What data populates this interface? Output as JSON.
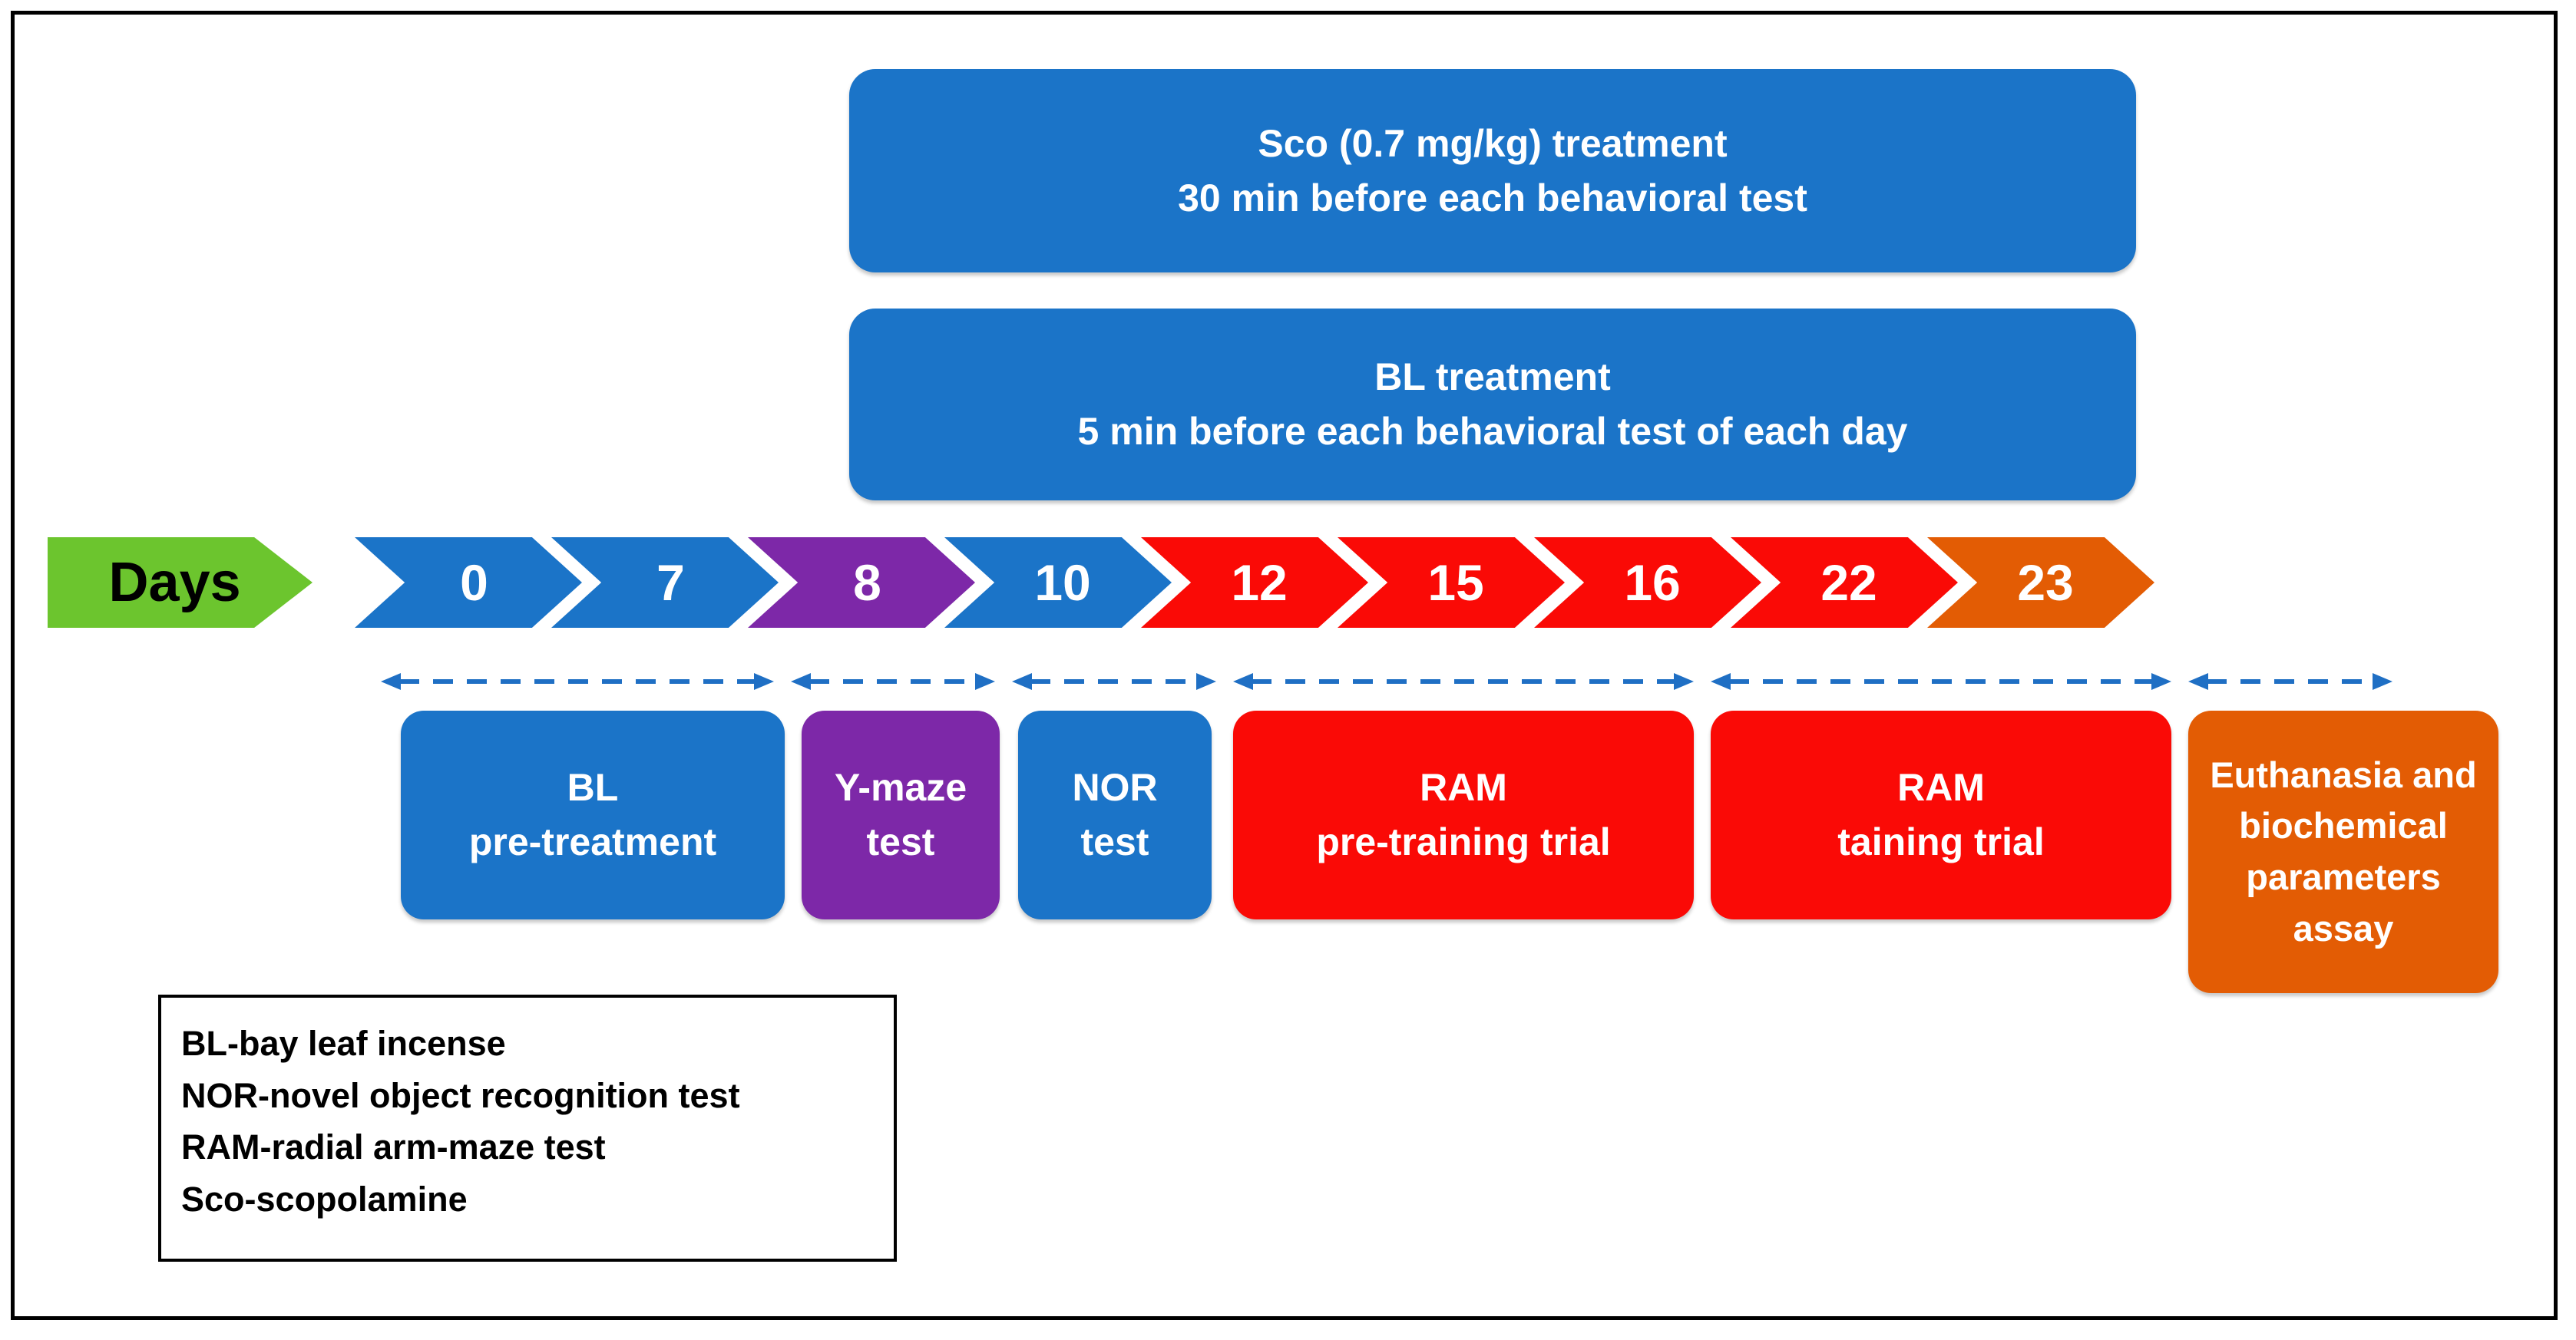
{
  "figure": {
    "type": "experimental-timeline-diagram",
    "frame_border_color": "#000000",
    "background": "#ffffff"
  },
  "palette": {
    "blue": "#1B74C8",
    "green": "#6CC52E",
    "purple": "#7D28A8",
    "red": "#FA0A06",
    "orange": "#E35C04",
    "arrow_blue": "#1F6FC4",
    "white": "#FFFFFF",
    "black": "#000000"
  },
  "treatment_banners": [
    {
      "name": "sco-treatment-banner",
      "color": "#1B74C8",
      "lines": [
        "Sco (0.7 mg/kg) treatment",
        "30 min before each behavioral test"
      ]
    },
    {
      "name": "bl-treatment-banner",
      "color": "#1B74C8",
      "lines": [
        "BL treatment",
        "5 min before each behavioral test of each day"
      ]
    }
  ],
  "timeline": {
    "axis_label": "Days",
    "axis_label_color": "#6CC52E",
    "days": [
      {
        "value": "0",
        "color": "#1B74C8"
      },
      {
        "value": "7",
        "color": "#1B74C8"
      },
      {
        "value": "8",
        "color": "#7D28A8"
      },
      {
        "value": "10",
        "color": "#1B74C8"
      },
      {
        "value": "12",
        "color": "#FA0A06"
      },
      {
        "value": "15",
        "color": "#FA0A06"
      },
      {
        "value": "16",
        "color": "#FA0A06"
      },
      {
        "value": "22",
        "color": "#FA0A06"
      },
      {
        "value": "23",
        "color": "#E35C04"
      }
    ]
  },
  "phases": [
    {
      "name": "bl-pre-treatment",
      "color": "#1B74C8",
      "span_days": "0-7",
      "lines": [
        "BL",
        "pre-treatment"
      ]
    },
    {
      "name": "y-maze-test",
      "color": "#7D28A8",
      "span_days": "8",
      "lines": [
        "Y-maze",
        "test"
      ]
    },
    {
      "name": "nor-test",
      "color": "#1B74C8",
      "span_days": "10",
      "lines": [
        "NOR",
        "test"
      ]
    },
    {
      "name": "ram-pre-training-trial",
      "color": "#FA0A06",
      "span_days": "12-15",
      "lines": [
        "RAM",
        "pre-training trial"
      ]
    },
    {
      "name": "ram-training-trial",
      "color": "#FA0A06",
      "span_days": "16-22",
      "lines": [
        "RAM",
        "taining trial"
      ]
    },
    {
      "name": "euthanasia-biochemical-assay",
      "color": "#E35C04",
      "span_days": "23",
      "lines": [
        "Euthanasia and",
        "biochemical",
        "parameters",
        "assay"
      ]
    }
  ],
  "legend": {
    "name": "abbreviations-legend",
    "entries": [
      "BL-bay leaf incense",
      "NOR-novel object recognition test",
      "RAM-radial arm-maze test",
      "Sco-scopolamine"
    ]
  }
}
